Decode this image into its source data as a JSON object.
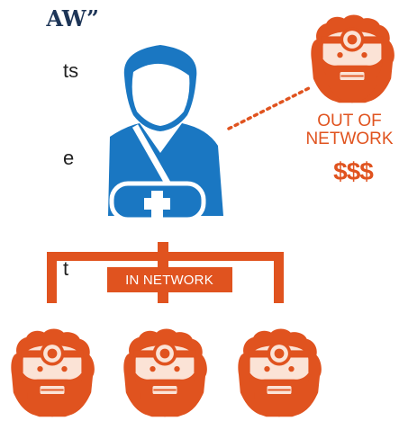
{
  "colors": {
    "patient_blue": "#1a77c2",
    "doctor_orange": "#e0531f",
    "face_cream": "#fbe3d6",
    "heading_navy": "#1d3557",
    "text_dark": "#222222",
    "background": "#ffffff"
  },
  "heading": {
    "fragment": "AW”"
  },
  "left_text": {
    "fragments": [
      "ts",
      "e",
      "t"
    ]
  },
  "out_of_network": {
    "label": "OUT OF NETWORK",
    "cost": "$$$"
  },
  "in_network": {
    "label": "IN NETWORK"
  },
  "icons": {
    "patient": "injured-patient-icon",
    "doctor": "doctor-with-head-mirror-icon"
  }
}
